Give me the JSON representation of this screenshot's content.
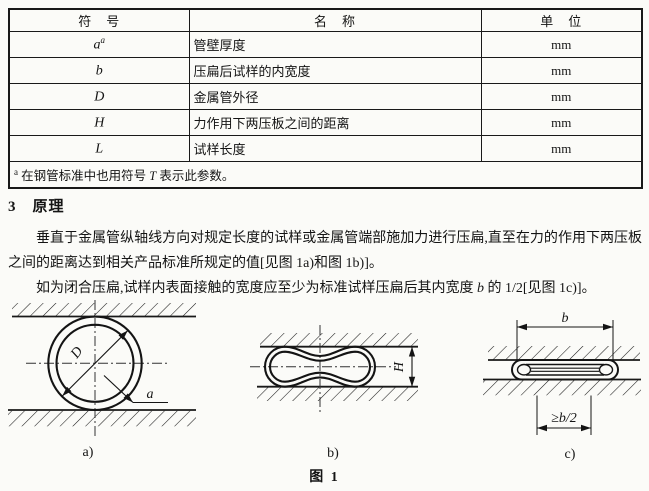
{
  "table": {
    "headers": [
      "符　号",
      "名　称",
      "单　位"
    ],
    "rows": [
      {
        "symbol": "a",
        "sup": "a",
        "name": "管壁厚度",
        "unit": "mm"
      },
      {
        "symbol": "b",
        "sup": "",
        "name": "压扁后试样的内宽度",
        "unit": "mm"
      },
      {
        "symbol": "D",
        "sup": "",
        "name": "金属管外径",
        "unit": "mm"
      },
      {
        "symbol": "H",
        "sup": "",
        "name": "力作用下两压板之间的距离",
        "unit": "mm"
      },
      {
        "symbol": "L",
        "sup": "",
        "name": "试样长度",
        "unit": "mm"
      }
    ],
    "footnote": {
      "marker": "a",
      "pre": " 在钢管标准中也用符号 ",
      "symbol": "T",
      "post": " 表示此参数。"
    }
  },
  "section": {
    "heading": "3　原理",
    "para1": "垂直于金属管纵轴线方向对规定长度的试样或金属管端部施加力进行压扁,直至在力的作用下两压板之间的距离达到相关产品标准所规定的值[见图 1a)和图 1b)]。",
    "para2_pre": "如为闭合压扁,试样内表面接触的宽度应至少为标准试样压扁后其内宽度 ",
    "para2_symbol": "b",
    "para2_post": " 的 1/2[见图 1c)]。"
  },
  "figure": {
    "caption": "图 1",
    "label_a": "a)",
    "label_b": "b)",
    "label_c": "c)",
    "dim_D": "D",
    "dim_wall": "a",
    "dim_H": "H",
    "dim_width": "b",
    "dim_half": "≥b/2"
  }
}
